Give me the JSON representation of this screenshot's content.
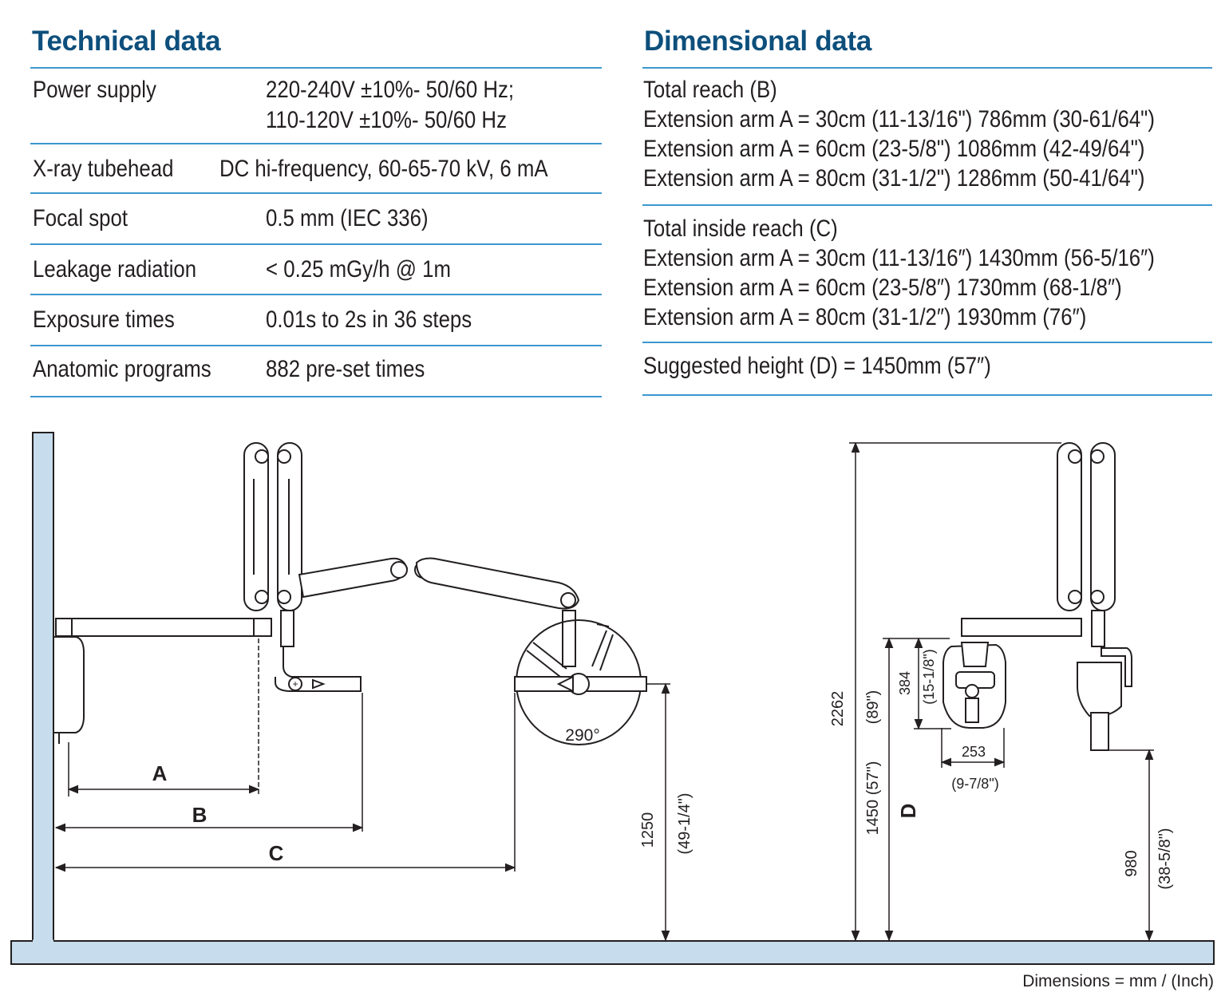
{
  "technical": {
    "title": "Technical data",
    "rows": [
      {
        "label": "Power supply",
        "value": "220-240V ±10%- 50/60 Hz;",
        "value2": "110-120V ±10%- 50/60 Hz"
      },
      {
        "label": "X-ray tubehead",
        "value": "DC hi-frequency, 60-65-70 kV, 6 mA"
      },
      {
        "label": "Focal spot",
        "value": "0.5 mm (IEC 336)"
      },
      {
        "label": "Leakage radiation",
        "value": "< 0.25 mGy/h @ 1m"
      },
      {
        "label": "Exposure times",
        "value": "0.01s to 2s in 36 steps"
      },
      {
        "label": "Anatomic programs",
        "value": "882 pre-set times"
      }
    ]
  },
  "dimensional": {
    "title": "Dimensional data",
    "blocks": [
      {
        "title": "Total reach (B)",
        "lines": [
          "Extension arm A = 30cm (11-13/16\") 786mm (30-61/64\")",
          "Extension arm A = 60cm (23-5/8\") 1086mm (42-49/64\")",
          "Extension arm A = 80cm (31-1/2\") 1286mm (50-41/64\")"
        ]
      },
      {
        "title": "Total inside reach (C)",
        "lines": [
          "Extension arm A = 30cm (11-13/16″) 1430mm (56-5/16″)",
          "Extension arm A = 60cm (23-5/8″) 1730mm (68-1/8″)",
          "Extension arm A = 80cm (31-1/2″) 1930mm (76″)"
        ]
      }
    ],
    "suggested_label": "Suggested height (D)",
    "suggested_value": " = 1450mm (57″)"
  },
  "drawing": {
    "label_a": "A",
    "label_b": "B",
    "label_c": "C",
    "label_d": "D",
    "angle": "290°",
    "dim_1250": "1250",
    "dim_1250_in": "(49-1/4\")",
    "dim_2262": "2262",
    "dim_2262_in": "(89\")",
    "dim_1450": "1450 (57\")",
    "dim_384": "384",
    "dim_384_in": "(15-1/8\")",
    "dim_253": "253",
    "dim_253_in": "(9-7/8\")",
    "dim_980": "980",
    "dim_980_in": "(38-5/8\")"
  },
  "footer": "Dimensions = mm / (Inch)",
  "colors": {
    "heading": "#0d4f7c",
    "rule": "#3b97cf",
    "wall": "#c7dcec"
  }
}
